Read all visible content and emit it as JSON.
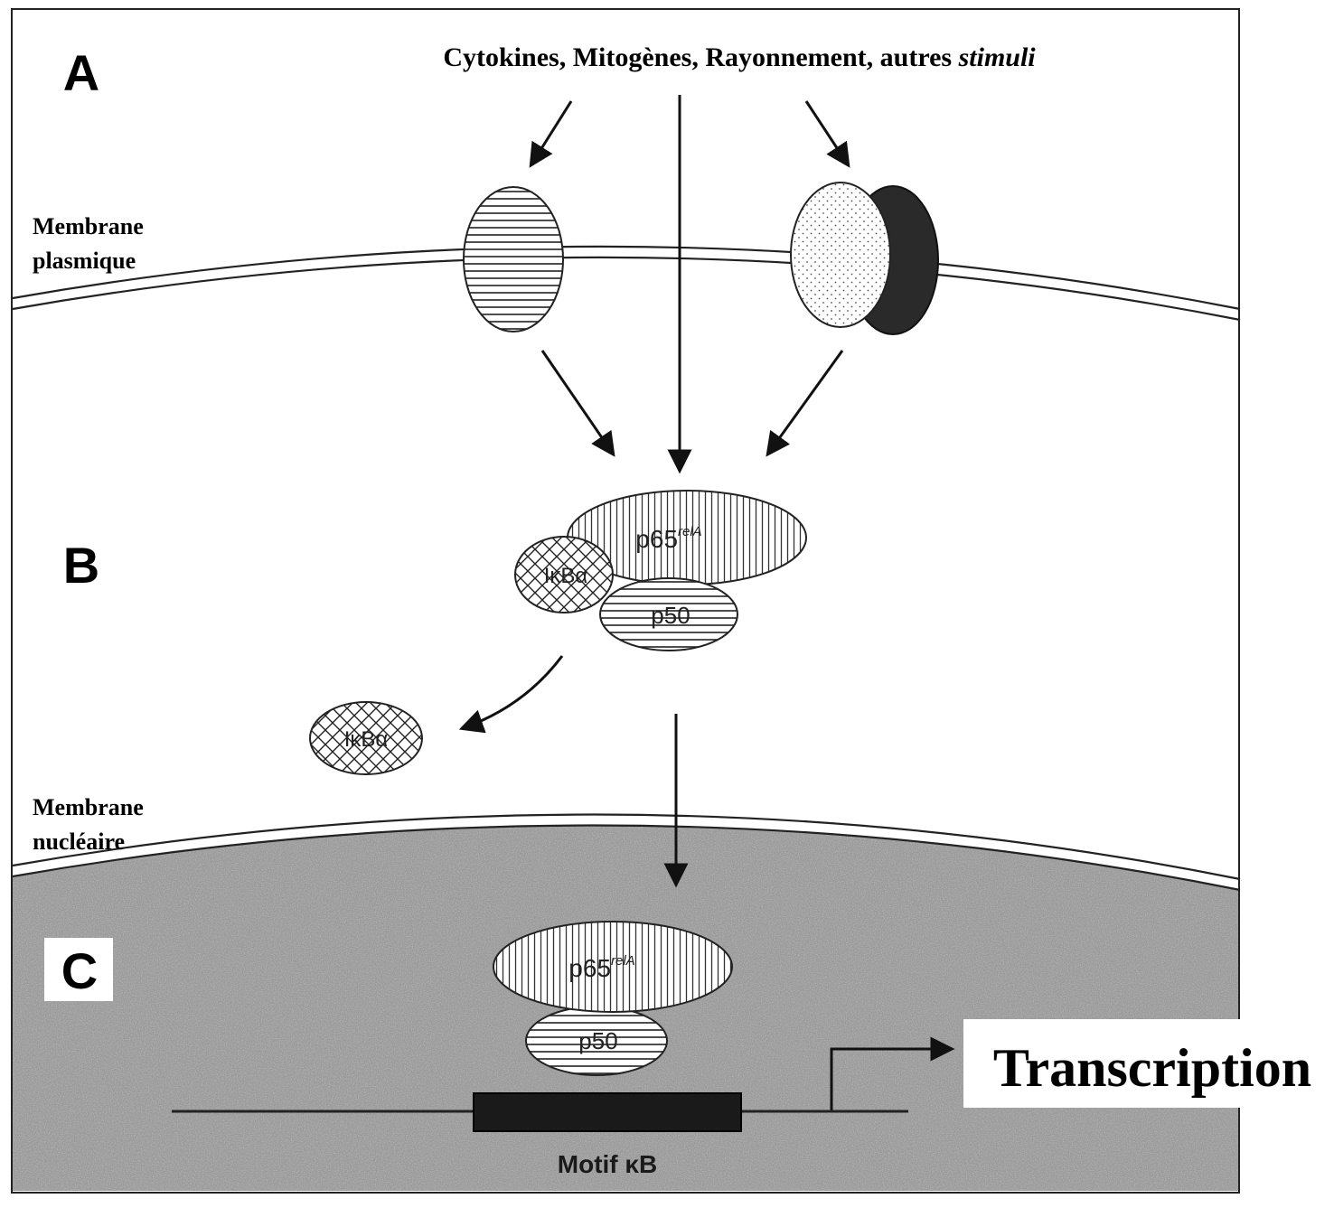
{
  "panels": {
    "a": "A",
    "b": "B",
    "c": "C"
  },
  "stimuli": {
    "prefix": "Cytokines, Mitogènes, Rayonnement, autres ",
    "italic": "stimuli"
  },
  "membranes": {
    "plasma_line1": "Membrane",
    "plasma_line2": "plasmique",
    "nuclear_line1": "Membrane",
    "nuclear_line2": "nucléaire"
  },
  "proteins": {
    "p65": "p65",
    "p65_sup": "relA",
    "p50": "p50",
    "ikb": "IκBα"
  },
  "dna": {
    "motif_label": "Motif κB"
  },
  "transcription": "Transcription",
  "colors": {
    "ink": "#111111",
    "line": "#222222",
    "paper": "#ffffff",
    "nucleus_base": "#8a8a8a",
    "dna_box": "#1a1a1a"
  }
}
